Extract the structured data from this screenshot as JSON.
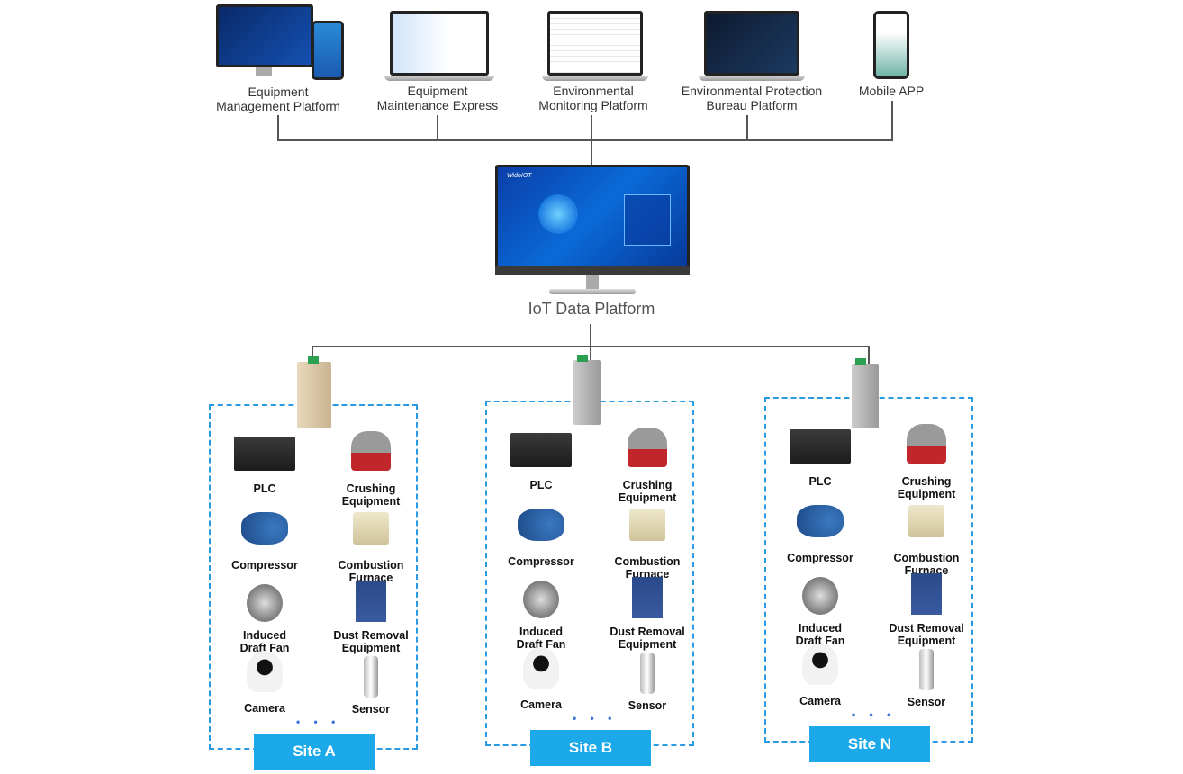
{
  "top_platforms": [
    {
      "id": "equipment-management-platform",
      "lines": [
        "Equipment",
        "Management Platform"
      ]
    },
    {
      "id": "equipment-maintenance-express",
      "lines": [
        "Equipment",
        "Maintenance Express"
      ]
    },
    {
      "id": "environmental-monitoring-platform",
      "lines": [
        "Environmental",
        "Monitoring Platform"
      ]
    },
    {
      "id": "environmental-protection-bureau-platform",
      "lines": [
        "Environmental Protection",
        "Bureau Platform"
      ]
    },
    {
      "id": "mobile-app",
      "lines": [
        "Mobile APP"
      ]
    }
  ],
  "iot_platform": {
    "label": "IoT Data Platform",
    "screen_brand": "WidoIOT"
  },
  "equipment": [
    {
      "id": "plc",
      "lines": [
        "PLC"
      ]
    },
    {
      "id": "crushing-equipment",
      "lines": [
        "Crushing",
        "Equipment"
      ]
    },
    {
      "id": "compressor",
      "lines": [
        "Compressor"
      ]
    },
    {
      "id": "combustion-furnace",
      "lines": [
        "Combustion",
        "Furnace"
      ]
    },
    {
      "id": "induced-draft-fan",
      "lines": [
        "Induced",
        "Draft Fan"
      ]
    },
    {
      "id": "dust-removal-equipment",
      "lines": [
        "Dust Removal",
        "Equipment"
      ]
    },
    {
      "id": "camera",
      "lines": [
        "Camera"
      ]
    },
    {
      "id": "sensor",
      "lines": [
        "Sensor"
      ]
    }
  ],
  "sites": [
    {
      "label": "Site A",
      "gateway": "beige"
    },
    {
      "label": "Site B",
      "gateway": "gray"
    },
    {
      "label": "Site N",
      "gateway": "gray"
    }
  ],
  "more_indicator": "• • •",
  "colors": {
    "accent": "#1ba9ea",
    "dashed_border": "#2a9be0",
    "connector": "#555555",
    "dots": "#3a73d8"
  }
}
